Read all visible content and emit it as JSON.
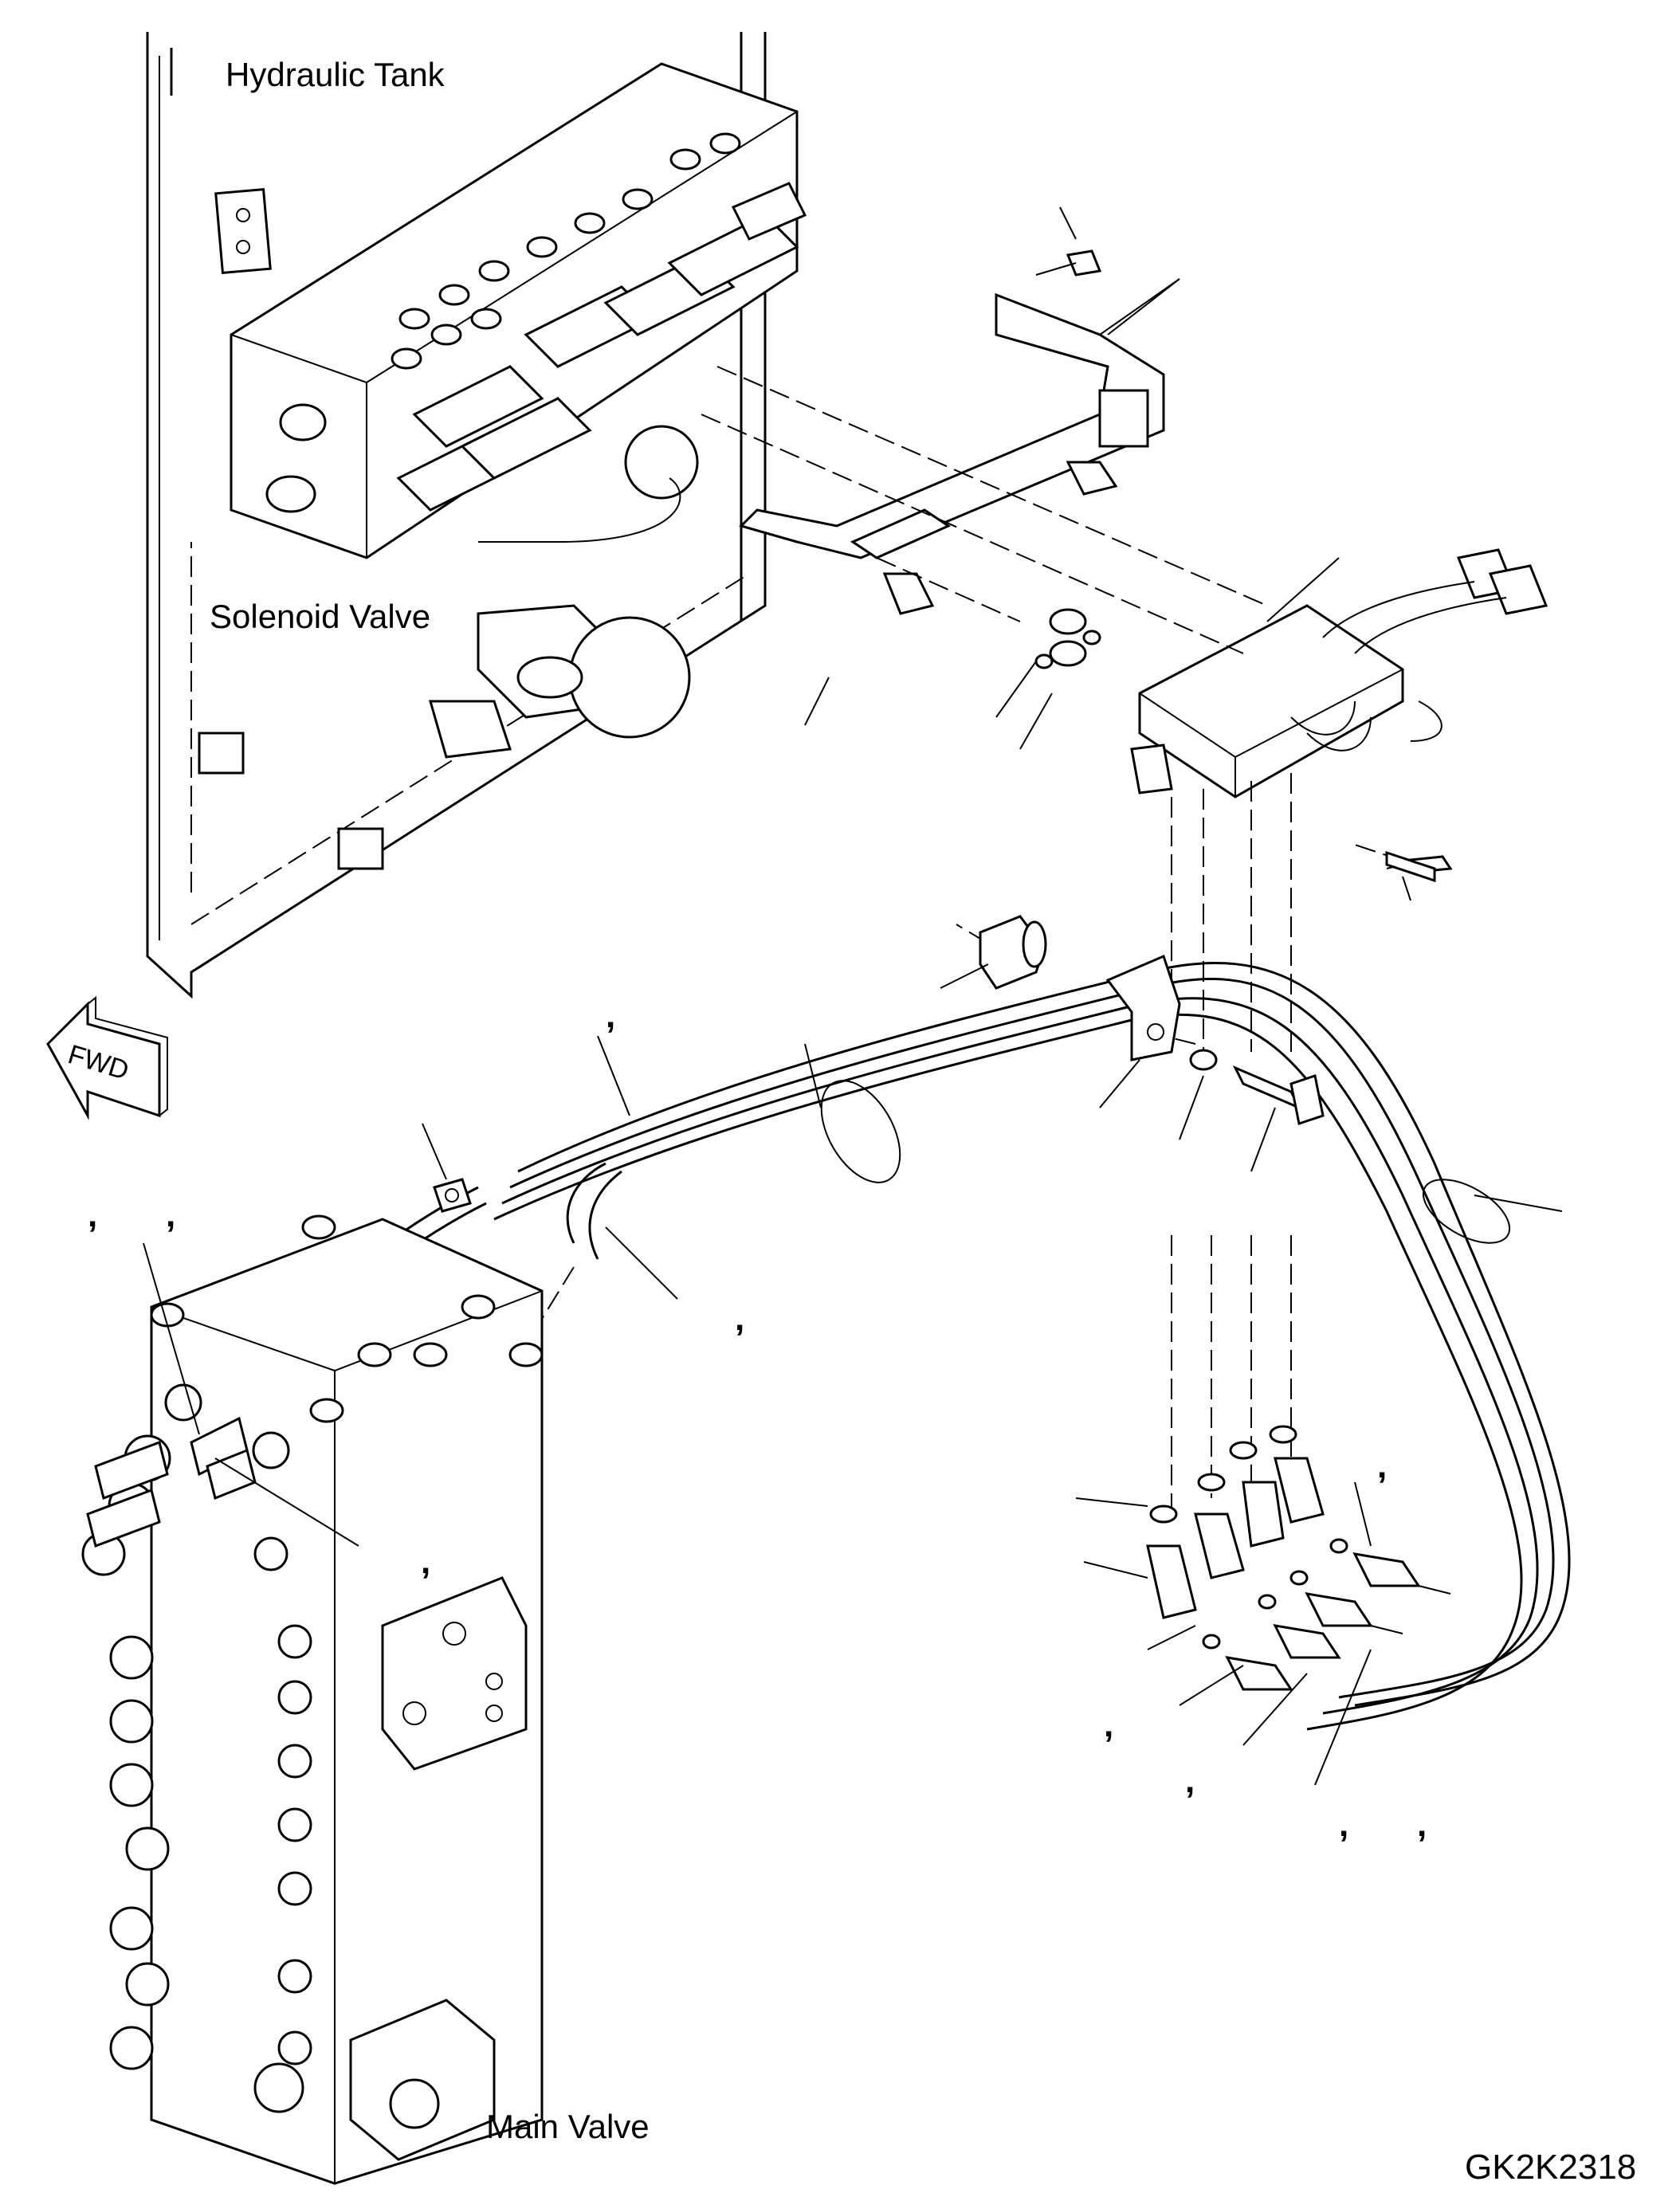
{
  "diagram": {
    "labels": {
      "hydraulic_tank": "Hydraulic Tank",
      "solenoid_valve": "Solenoid Valve",
      "main_valve": "Main Valve",
      "fwd": "FWD",
      "drawing_code": "GK2K2318"
    },
    "separator_marks": [
      ",",
      ",",
      ",",
      ",",
      ",",
      ",",
      ",",
      ",",
      ",",
      ",",
      ",",
      ","
    ]
  }
}
